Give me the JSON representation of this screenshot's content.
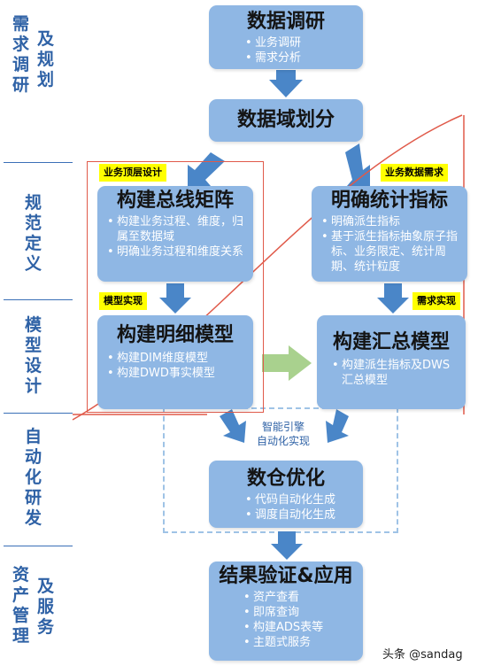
{
  "phases": [
    {
      "col1": [
        "需",
        "求",
        "调",
        "研"
      ],
      "col2": [
        "及",
        "规",
        "划"
      ]
    },
    {
      "col1": [
        "规",
        "范",
        "定",
        "义"
      ],
      "col2": []
    },
    {
      "col1": [
        "模",
        "型",
        "设",
        "计"
      ],
      "col2": []
    },
    {
      "col1": [
        "自",
        "动",
        "化",
        "研",
        "发"
      ],
      "col2": []
    },
    {
      "col1": [
        "资",
        "产",
        "管",
        "理"
      ],
      "col2": [
        "及",
        "服",
        "务"
      ]
    }
  ],
  "boxes": {
    "research": {
      "title": "数据调研",
      "items": [
        "业务调研",
        "需求分析"
      ]
    },
    "domain": {
      "title": "数据域划分"
    },
    "bus_matrix": {
      "title": "构建总线矩阵",
      "items": [
        "构建业务过程、维度，归属至数据域",
        "明确业务过程和维度关系"
      ]
    },
    "metrics": {
      "title": "明确统计指标",
      "items": [
        "明确派生指标",
        "基于派生指标抽象原子指标、业务限定、统计周期、统计粒度"
      ]
    },
    "detail_model": {
      "title": "构建明细模型",
      "items": [
        "构建DIM维度模型",
        "构建DWD事实模型"
      ]
    },
    "summary_model": {
      "title": "构建汇总模型",
      "items": [
        "构建派生指标及DWS汇总模型"
      ]
    },
    "warehouse_opt": {
      "title": "数仓优化",
      "items": [
        "代码自动化生成",
        "调度自动化生成"
      ]
    },
    "result": {
      "title": "结果验证&应用",
      "items": [
        "资产查看",
        "即席查询",
        "构建ADS表等",
        "主题式服务"
      ]
    }
  },
  "tags": {
    "top_design": "业务顶层设计",
    "biz_need": "业务数据需求",
    "model_impl": "模型实现",
    "need_impl": "需求实现"
  },
  "automation": {
    "line1": "智能引擎",
    "line2": "自动化实现"
  },
  "watermark": "头条 @sandag",
  "colors": {
    "box": "#8fb7e4",
    "arrow": "#4a86c8",
    "green_arrow": "#a9d18e",
    "red": "#e05a4a",
    "tag": "#ffff00"
  }
}
